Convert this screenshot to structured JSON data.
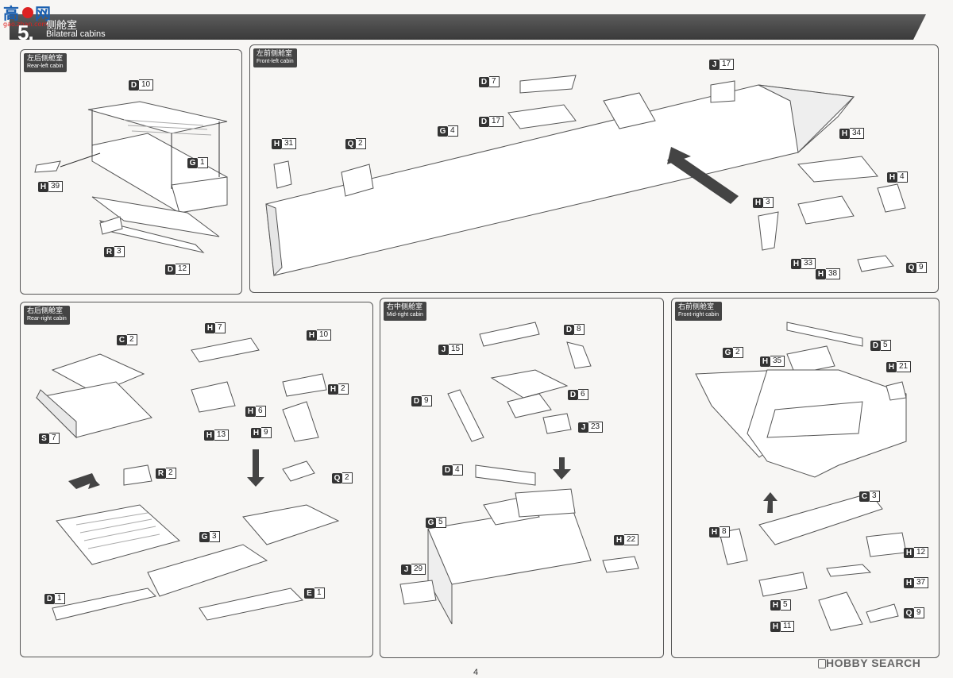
{
  "logo_text": "gao.zhan.com",
  "step": {
    "number": "5.",
    "title_zh": "侧舱室",
    "title_en": "Bilateral cabins"
  },
  "panels": {
    "rear_left": {
      "zh": "左后侧舱室",
      "en": "Rear-left cabin"
    },
    "front_left": {
      "zh": "左前侧舱室",
      "en": "Front-left cabin"
    },
    "rear_right": {
      "zh": "右后侧舱室",
      "en": "Rear-right cabin"
    },
    "mid_right": {
      "zh": "右中侧舱室",
      "en": "Mid-right cabin"
    },
    "front_right": {
      "zh": "右前侧舱室",
      "en": "Front-right cabin"
    }
  },
  "tags": {
    "rl": [
      [
        "D",
        "10"
      ],
      [
        "G",
        "1"
      ],
      [
        "H",
        "39"
      ],
      [
        "R",
        "3"
      ],
      [
        "D",
        "12"
      ]
    ],
    "fl": [
      [
        "D",
        "7"
      ],
      [
        "D",
        "17"
      ],
      [
        "J",
        "17"
      ],
      [
        "H",
        "31"
      ],
      [
        "Q",
        "2"
      ],
      [
        "G",
        "4"
      ],
      [
        "H",
        "34"
      ],
      [
        "H",
        "4"
      ],
      [
        "H",
        "3"
      ],
      [
        "H",
        "33"
      ],
      [
        "H",
        "38"
      ],
      [
        "Q",
        "9"
      ]
    ],
    "rr": [
      [
        "C",
        "2"
      ],
      [
        "H",
        "7"
      ],
      [
        "H",
        "10"
      ],
      [
        "H",
        "2"
      ],
      [
        "H",
        "6"
      ],
      [
        "H",
        "13"
      ],
      [
        "H",
        "9"
      ],
      [
        "S",
        "7"
      ],
      [
        "R",
        "2"
      ],
      [
        "Q",
        "2"
      ],
      [
        "G",
        "3"
      ],
      [
        "D",
        "1"
      ],
      [
        "E",
        "1"
      ]
    ],
    "mr": [
      [
        "J",
        "15"
      ],
      [
        "D",
        "8"
      ],
      [
        "D",
        "9"
      ],
      [
        "D",
        "6"
      ],
      [
        "J",
        "23"
      ],
      [
        "D",
        "4"
      ],
      [
        "G",
        "5"
      ],
      [
        "H",
        "22"
      ],
      [
        "J",
        "29"
      ]
    ],
    "fr": [
      [
        "G",
        "2"
      ],
      [
        "H",
        "35"
      ],
      [
        "D",
        "5"
      ],
      [
        "H",
        "21"
      ],
      [
        "C",
        "3"
      ],
      [
        "H",
        "8"
      ],
      [
        "H",
        "12"
      ],
      [
        "H",
        "37"
      ],
      [
        "H",
        "5"
      ],
      [
        "Q",
        "9"
      ],
      [
        "H",
        "11"
      ]
    ]
  },
  "page_number": "4",
  "watermark": "HOBBY SEARCH"
}
